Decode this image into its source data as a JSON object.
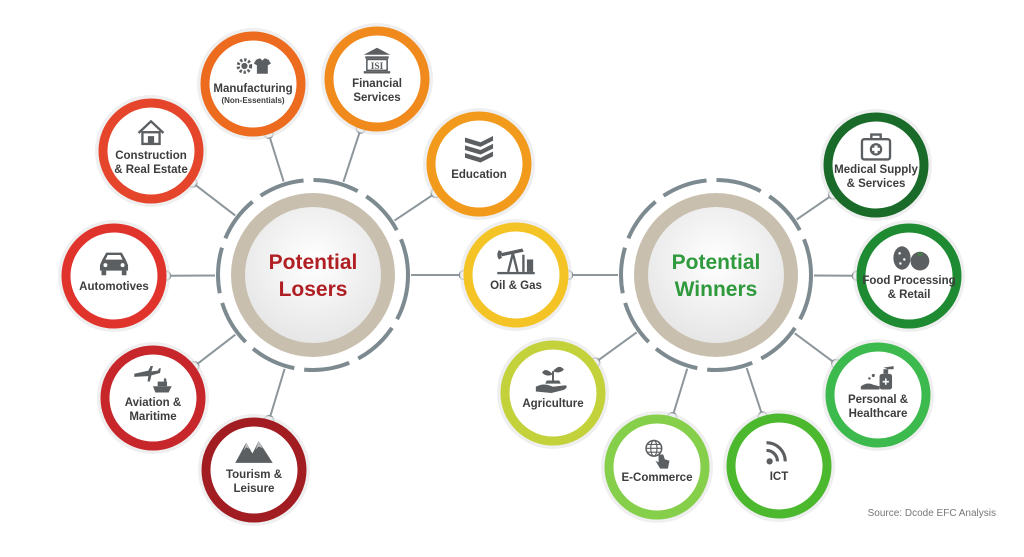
{
  "losers": {
    "title_line1": "Potential",
    "title_line2": "Losers",
    "title_color": "#b01f24",
    "nodes": [
      {
        "id": "manufacturing",
        "lines": [
          "Manufacturing"
        ],
        "subline": "(Non-Essentials)",
        "icon": "gear-shirt-icon",
        "color": "#ec6b1f"
      },
      {
        "id": "financial",
        "lines": [
          "Financial",
          "Services"
        ],
        "icon": "bank-icon",
        "color": "#f08a1d"
      },
      {
        "id": "education",
        "lines": [
          "Education"
        ],
        "icon": "books-icon",
        "color": "#f29a1c"
      },
      {
        "id": "construction",
        "lines": [
          "Construction",
          "& Real Estate"
        ],
        "icon": "house-icon",
        "color": "#e4452b"
      },
      {
        "id": "automotives",
        "lines": [
          "Automotives"
        ],
        "icon": "car-icon",
        "color": "#e0332c"
      },
      {
        "id": "aviation",
        "lines": [
          "Aviation &",
          "Maritime"
        ],
        "icon": "plane-ship-icon",
        "color": "#c7262b"
      },
      {
        "id": "tourism",
        "lines": [
          "Tourism &",
          "Leisure"
        ],
        "icon": "mountains-icon",
        "color": "#a11d22"
      }
    ]
  },
  "neutral": {
    "id": "oil",
    "lines": [
      "Oil & Gas"
    ],
    "icon": "oil-pump-icon",
    "color": "#f4c325"
  },
  "winners": {
    "title_line1": "Potential",
    "title_line2": "Winners",
    "title_color": "#2e9a3c",
    "nodes": [
      {
        "id": "medical",
        "lines": [
          "Medical Supply",
          "& Services"
        ],
        "icon": "medical-kit-icon",
        "color": "#1a6b2a"
      },
      {
        "id": "food",
        "lines": [
          "Food Processing",
          "& Retail"
        ],
        "icon": "produce-icon",
        "color": "#1e8a32"
      },
      {
        "id": "personal",
        "lines": [
          "Personal &",
          "Healthcare"
        ],
        "icon": "sanitizer-icon",
        "color": "#3cba4e"
      },
      {
        "id": "ict",
        "lines": [
          "ICT"
        ],
        "icon": "wifi-icon",
        "color": "#4bb82e"
      },
      {
        "id": "ecommerce",
        "lines": [
          "E-Commerce"
        ],
        "icon": "globe-touch-icon",
        "color": "#86cf4a"
      },
      {
        "id": "agriculture",
        "lines": [
          "Agriculture"
        ],
        "icon": "plant-hand-icon",
        "color": "#c3d13a"
      }
    ]
  },
  "source": "Source: Dcode EFC Analysis"
}
